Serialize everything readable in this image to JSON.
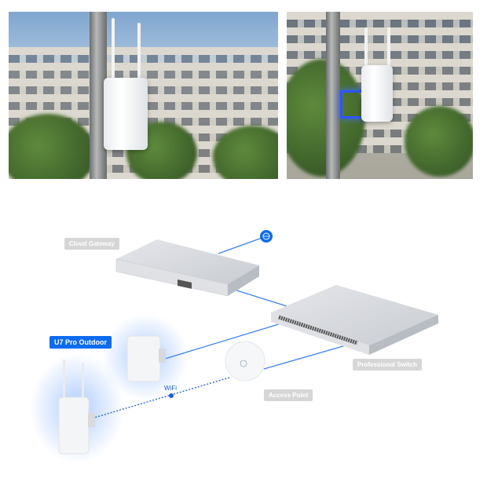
{
  "diagram": {
    "labels": {
      "cloud_gateway": "Cloud Gateway",
      "professional_switch": "Professional Switch",
      "access_point": "Access Point",
      "u7_pro_outdoor": "U7 Pro Outdoor",
      "wifi": "WiFi"
    },
    "icons": {
      "internet": "globe-icon"
    },
    "colors": {
      "accent": "#0b6cf0",
      "link": "#3b82f6",
      "label_bg": "#d6d6d6"
    }
  }
}
